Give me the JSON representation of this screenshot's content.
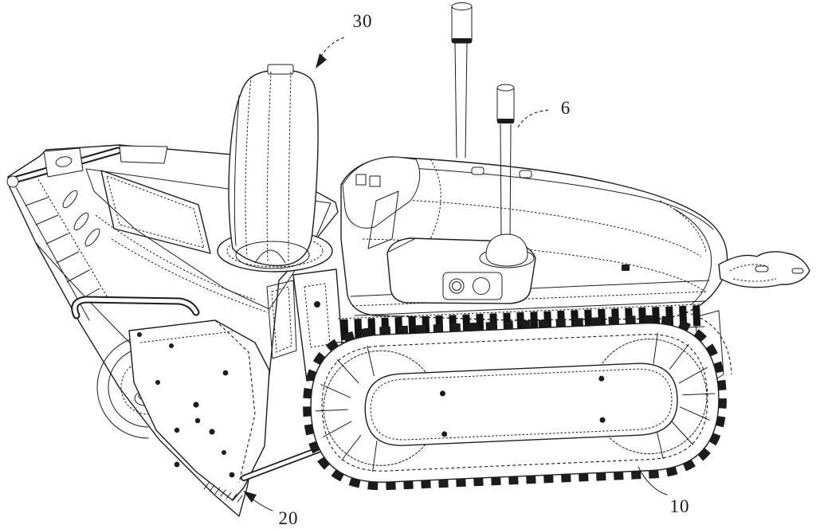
{
  "figure": {
    "reference_labels": {
      "discharge_chute": "30",
      "antenna": "6",
      "auger_housing": "20",
      "crawler_track": "10"
    }
  }
}
